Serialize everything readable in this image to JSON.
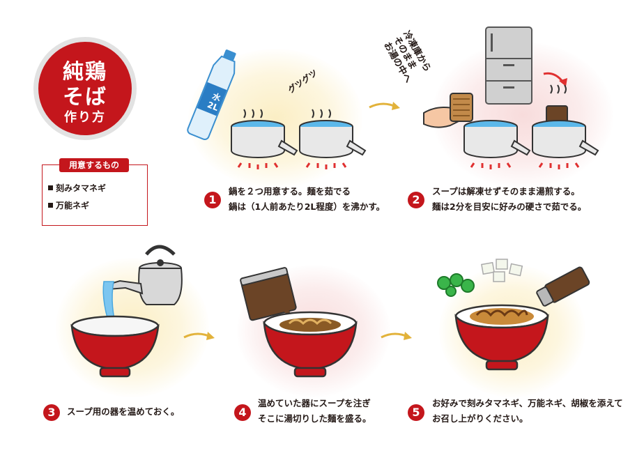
{
  "title": {
    "line1": "純鶏",
    "line2": "そば",
    "line3": "作り方"
  },
  "ingredients": {
    "heading": "用意するもの",
    "items": [
      "刻みタマネギ",
      "万能ネギ"
    ]
  },
  "illustrations": {
    "bottle_label_1": "水",
    "bottle_label_2": "2L",
    "boil_sound": "グツグツ",
    "freezer_note_1": "冷凍庫から",
    "freezer_note_2": "そのまま",
    "freezer_note_3": "お湯の中へ"
  },
  "steps": [
    {
      "number": "1",
      "line1": "鍋を２つ用意する。麺を茹でる",
      "line2": "鍋は（1人前あたり2L程度）を沸かす。"
    },
    {
      "number": "2",
      "line1": "スープは解凍せずそのまま湯煎する。",
      "line2": "麺は2分を目安に好みの硬さで茹でる。"
    },
    {
      "number": "3",
      "line1": "スープ用の器を温めておく。",
      "line2": ""
    },
    {
      "number": "4",
      "line1": "温めていた器にスープを注ぎ",
      "line2": "そこに湯切りした麺を盛る。"
    },
    {
      "number": "5",
      "line1": "お好みで刻みタマネギ、万能ネギ、胡椒を添えて",
      "line2": "お召し上がりください。"
    }
  ],
  "colors": {
    "accent": "#c4161c",
    "water": "#4aa8e0",
    "glow_yellow": "#fbeec4",
    "glow_pink": "#f8dcdc",
    "arrow": "#e2b23a"
  }
}
